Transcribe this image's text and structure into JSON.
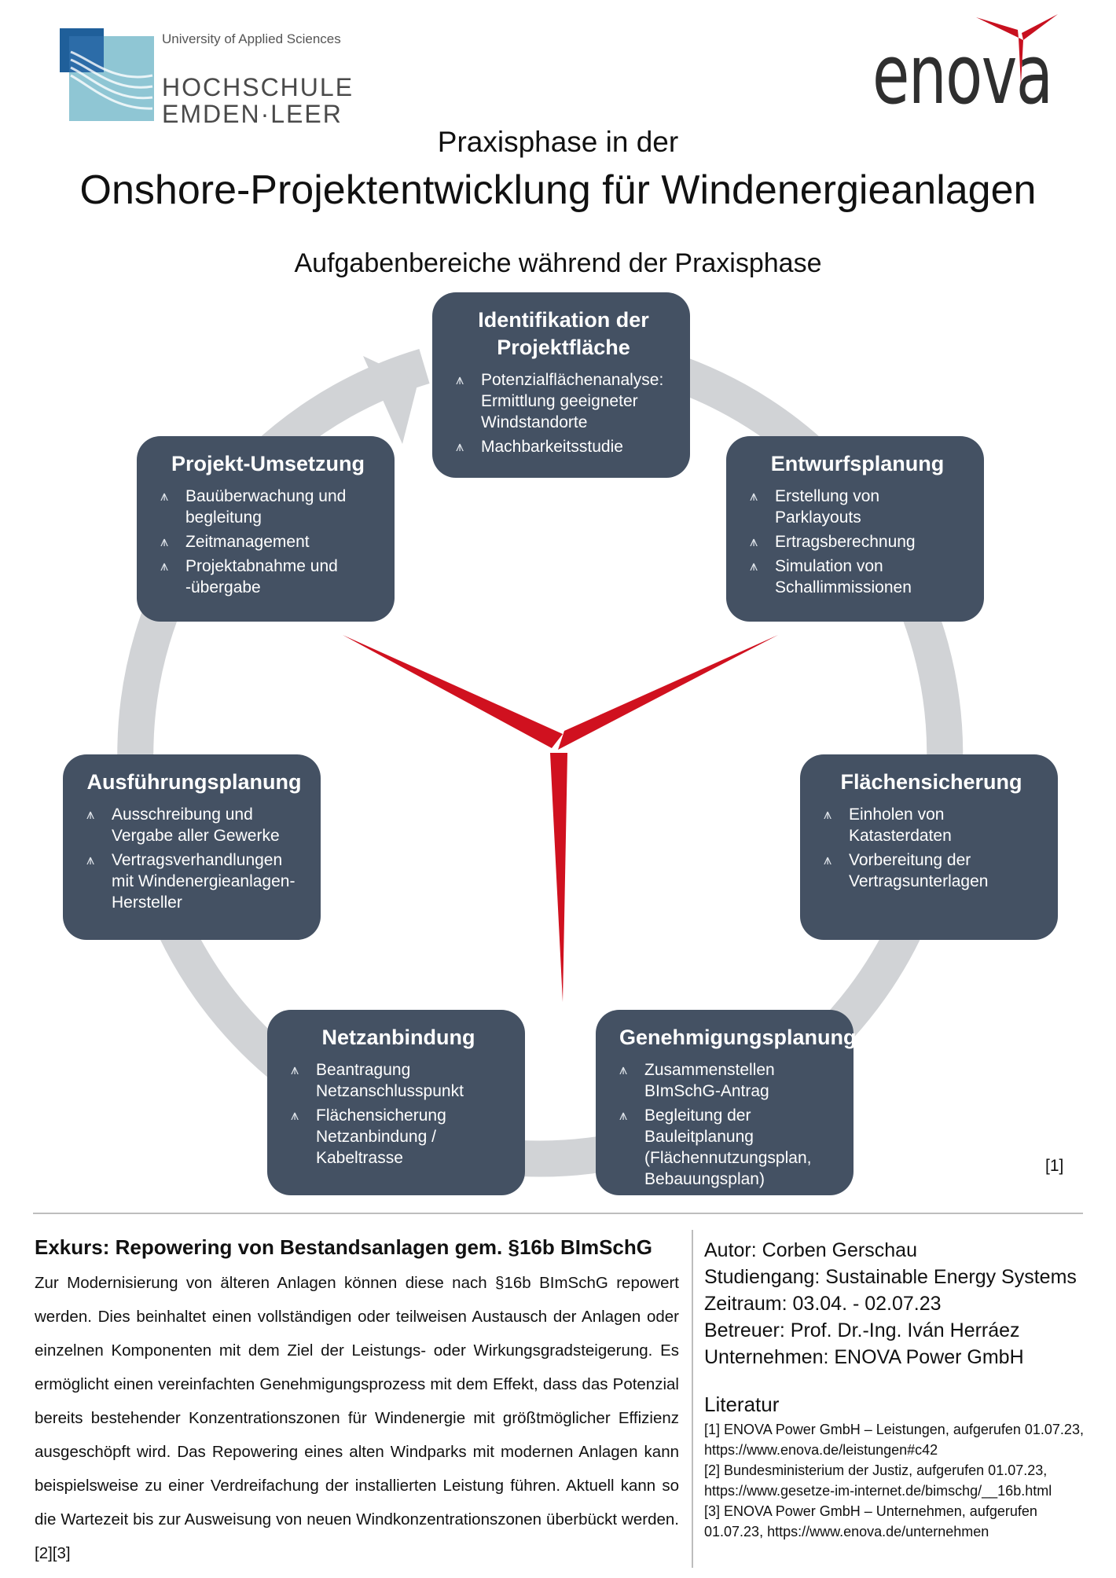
{
  "logos": {
    "hochschule": {
      "uni_line": "University of Applied Sciences",
      "name_line1": "HOCHSCHULE",
      "name_line2": "EMDEN·LEER"
    },
    "enova": {
      "wordmark": "enova",
      "accent": "#c8101f"
    }
  },
  "header": {
    "line1": "Praxisphase in der",
    "title": "Onshore-Projektentwicklung für Windenergieanlagen",
    "subtitle": "Aufgabenbereiche während der Praxisphase"
  },
  "colors": {
    "box": "#445163",
    "ring": "#d1d3d6",
    "rotor": "#d0111f"
  },
  "boxes": [
    {
      "title": "Identifikation der Projektfläche",
      "items": [
        "Potenzialflächenanalyse: Ermittlung  geeigneter Windstandorte",
        "Machbarkeitsstudie"
      ]
    },
    {
      "title": "Entwurfsplanung",
      "items": [
        "Erstellung von Parklayouts",
        "Ertragsberechnung",
        "Simulation von Schallimmissionen"
      ]
    },
    {
      "title": "Flächensicherung",
      "items": [
        "Einholen von Katasterdaten",
        "Vorbereitung der Vertragsunterlagen"
      ]
    },
    {
      "title": "Genehmigungsplanung",
      "items": [
        "Zusammenstellen BImSchG-Antrag",
        "Begleitung der Bauleitplanung (Flächennutzungsplan, Bebauungsplan)"
      ]
    },
    {
      "title": "Netzanbindung",
      "items": [
        "Beantragung Netzanschlusspunkt",
        "Flächensicherung Netzanbindung / Kabeltrasse"
      ]
    },
    {
      "title": "Ausführungsplanung",
      "items": [
        "Ausschreibung und Vergabe aller Gewerke",
        "Vertragsverhandlungen mit Windenergieanlagen-Hersteller"
      ]
    },
    {
      "title": "Projekt-Umsetzung",
      "items": [
        "Bauüberwachung und begleitung",
        "Zeitmanagement",
        "Projektabnahme und -übergabe"
      ]
    }
  ],
  "figure_ref": "[1]",
  "exkurs": {
    "title": "Exkurs: Repowering von Bestandsanlagen gem. §16b BImSchG",
    "text": "Zur Modernisierung von älteren Anlagen können diese nach §16b BImSchG repowert werden. Dies beinhaltet einen vollständigen oder teilweisen Austausch der Anlagen oder einzelnen Komponenten mit dem Ziel der Leistungs- oder Wirkungsgradsteigerung. Es ermöglicht einen vereinfachten Genehmigungsprozess mit dem Effekt, dass das Potenzial bereits bestehender Konzentrationszonen für Windenergie mit größtmöglicher Effizienz ausgeschöpft wird. Das Repowering eines alten Windparks mit modernen Anlagen kann beispielsweise zu einer Verdreifachung der installierten Leistung führen. Aktuell kann so die Wartezeit bis zur Ausweisung von neuen Windkonzentrationszonen überbückt werden. [2][3]"
  },
  "author_info": [
    "Autor: Corben Gerschau",
    "Studiengang: Sustainable Energy Systems",
    "Zeitraum: 03.04. - 02.07.23",
    "Betreuer: Prof. Dr.-Ing. Iván Herráez",
    "Unternehmen: ENOVA Power GmbH"
  ],
  "literatur": {
    "title": "Literatur",
    "entries": [
      "[1] ENOVA Power GmbH – Leistungen, aufgerufen 01.07.23, https://www.enova.de/leistungen#c42",
      "[2] Bundesministerium der Justiz, aufgerufen 01.07.23, https://www.gesetze-im-internet.de/bimschg/__16b.html",
      "[3] ENOVA Power GmbH – Unternehmen, aufgerufen 01.07.23, https://www.enova.de/unternehmen"
    ]
  }
}
